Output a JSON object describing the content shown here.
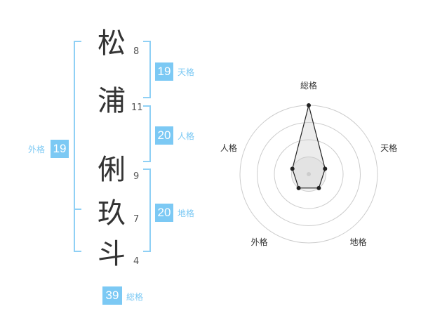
{
  "name_chars": [
    {
      "char": "松",
      "strokes": "8"
    },
    {
      "char": "浦",
      "strokes": "11"
    },
    {
      "char": "俐",
      "strokes": "9"
    },
    {
      "char": "玖",
      "strokes": "7"
    },
    {
      "char": "斗",
      "strokes": "4"
    }
  ],
  "kaku": {
    "tenkaku": {
      "value": "19",
      "label": "天格"
    },
    "jinkaku": {
      "value": "20",
      "label": "人格"
    },
    "chikaku": {
      "value": "20",
      "label": "地格"
    },
    "gaikaku": {
      "value": "19",
      "label": "外格"
    },
    "soukaku": {
      "value": "39",
      "label": "総格"
    }
  },
  "colors": {
    "accent": "#7cc9f4",
    "bracket": "#8fd0f5",
    "text": "#333333"
  },
  "chart_data": {
    "type": "radar",
    "axes": [
      "総格",
      "天格",
      "地格",
      "外格",
      "人格"
    ],
    "values": [
      4,
      1,
      1,
      1,
      1
    ],
    "max": 4,
    "rings": 4
  }
}
